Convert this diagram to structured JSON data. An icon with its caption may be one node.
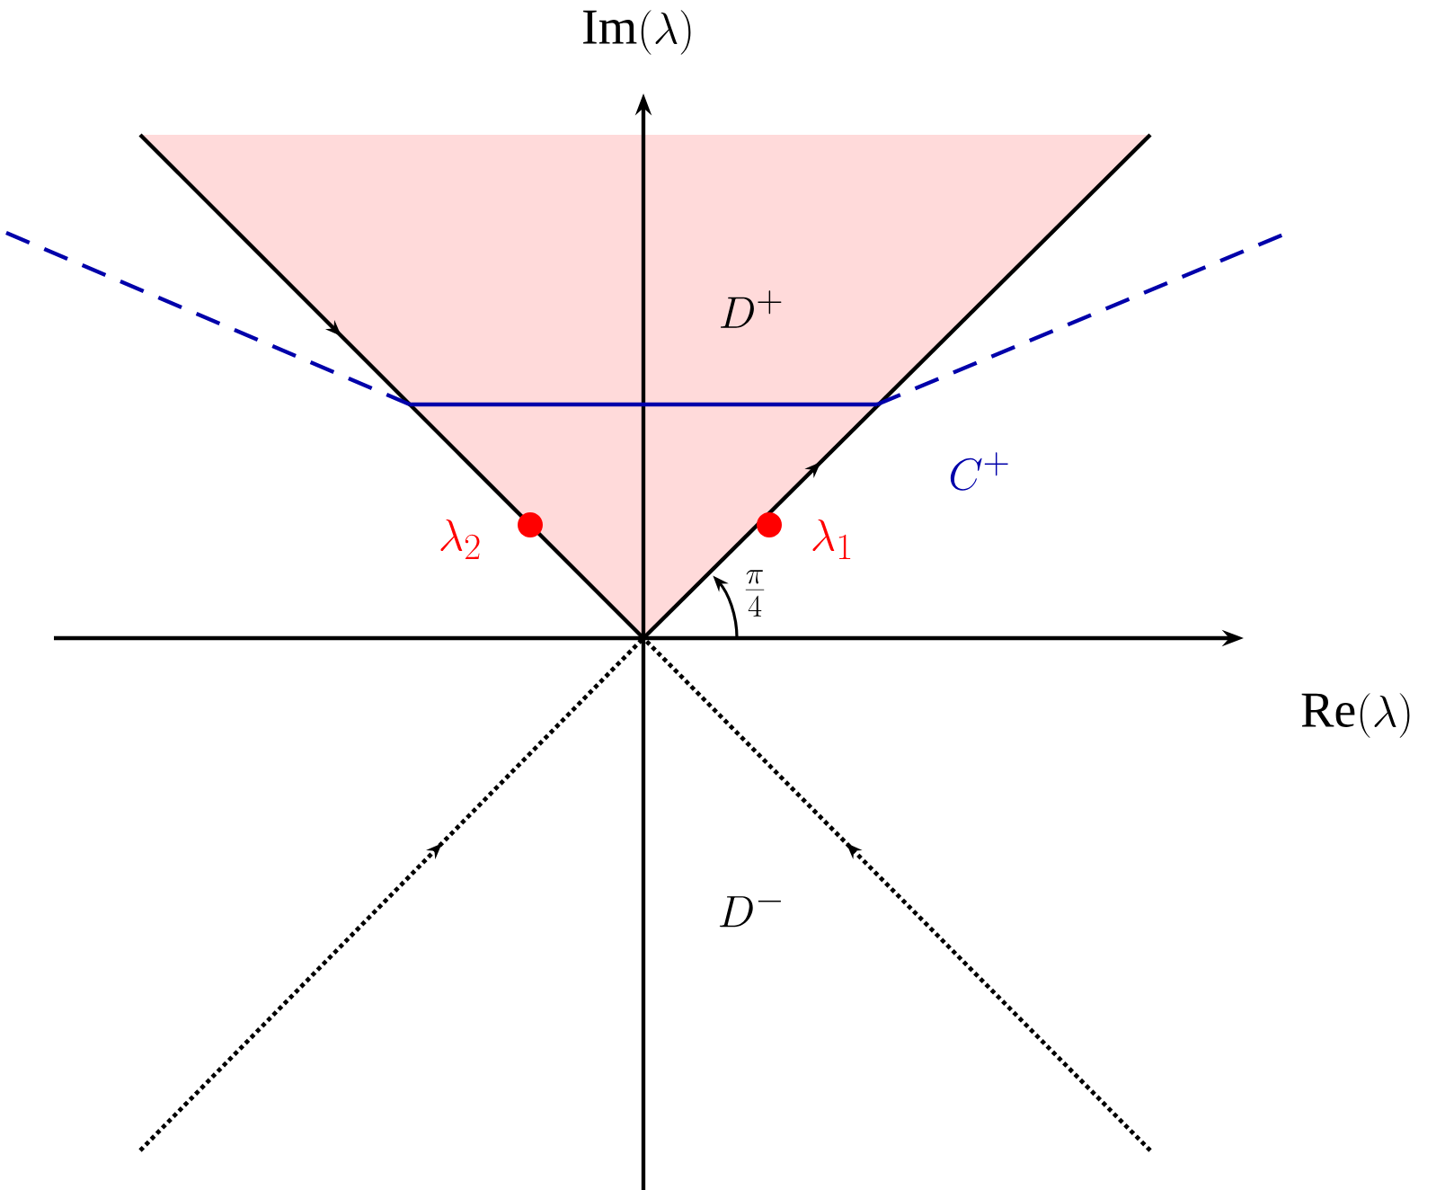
{
  "diagram": {
    "labels": [
      "\\mathrm{Im}(\\lambda)",
      "D^{+}",
      "C^{+}",
      "\\lambda_2",
      "\\lambda_1",
      "\\frac{\\pi}{4}",
      "\\mathrm{Re}(\\lambda)",
      "D^{-}"
    ]
  }
}
